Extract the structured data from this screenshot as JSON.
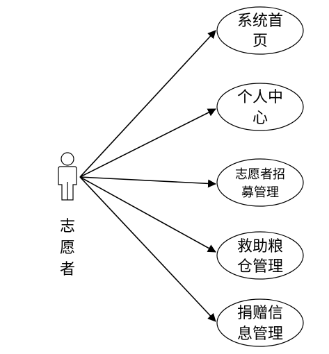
{
  "actor": {
    "name_chars": [
      "志",
      "愿",
      "者"
    ]
  },
  "use_cases": [
    {
      "id": "home",
      "lines": [
        "系统首",
        "页"
      ]
    },
    {
      "id": "profile",
      "lines": [
        "个人中",
        "心"
      ]
    },
    {
      "id": "recruit",
      "lines": [
        "志愿者招",
        "募管理"
      ]
    },
    {
      "id": "granary",
      "lines": [
        "救助粮",
        "仓管理"
      ]
    },
    {
      "id": "donation",
      "lines": [
        "捐赠信",
        "息管理"
      ]
    }
  ],
  "colors": {
    "stroke": "#000000",
    "fill": "#ffffff"
  }
}
